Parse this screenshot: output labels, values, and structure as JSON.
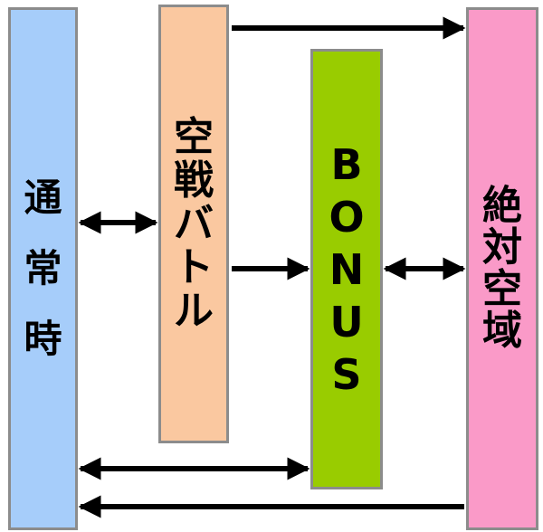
{
  "diagram": {
    "nodes": [
      {
        "id": "normal",
        "label": "通常時",
        "color": "#a6cdfa"
      },
      {
        "id": "dogfight",
        "label": "空戦バトル",
        "color": "#fac8a0"
      },
      {
        "id": "bonus",
        "label": "BONUS",
        "color": "#99cc00"
      },
      {
        "id": "airspace",
        "label": "絶対空域",
        "color": "#fa9ac8"
      }
    ],
    "edges": [
      {
        "from": "dogfight",
        "to": "airspace",
        "direction": "forward"
      },
      {
        "from": "normal",
        "to": "dogfight",
        "direction": "both"
      },
      {
        "from": "dogfight",
        "to": "bonus",
        "direction": "forward"
      },
      {
        "from": "bonus",
        "to": "airspace",
        "direction": "both"
      },
      {
        "from": "normal",
        "to": "bonus",
        "direction": "both"
      },
      {
        "from": "airspace",
        "to": "normal",
        "direction": "forward"
      }
    ],
    "arrow_color": "#000000",
    "border_color": "#8c8c8c"
  }
}
